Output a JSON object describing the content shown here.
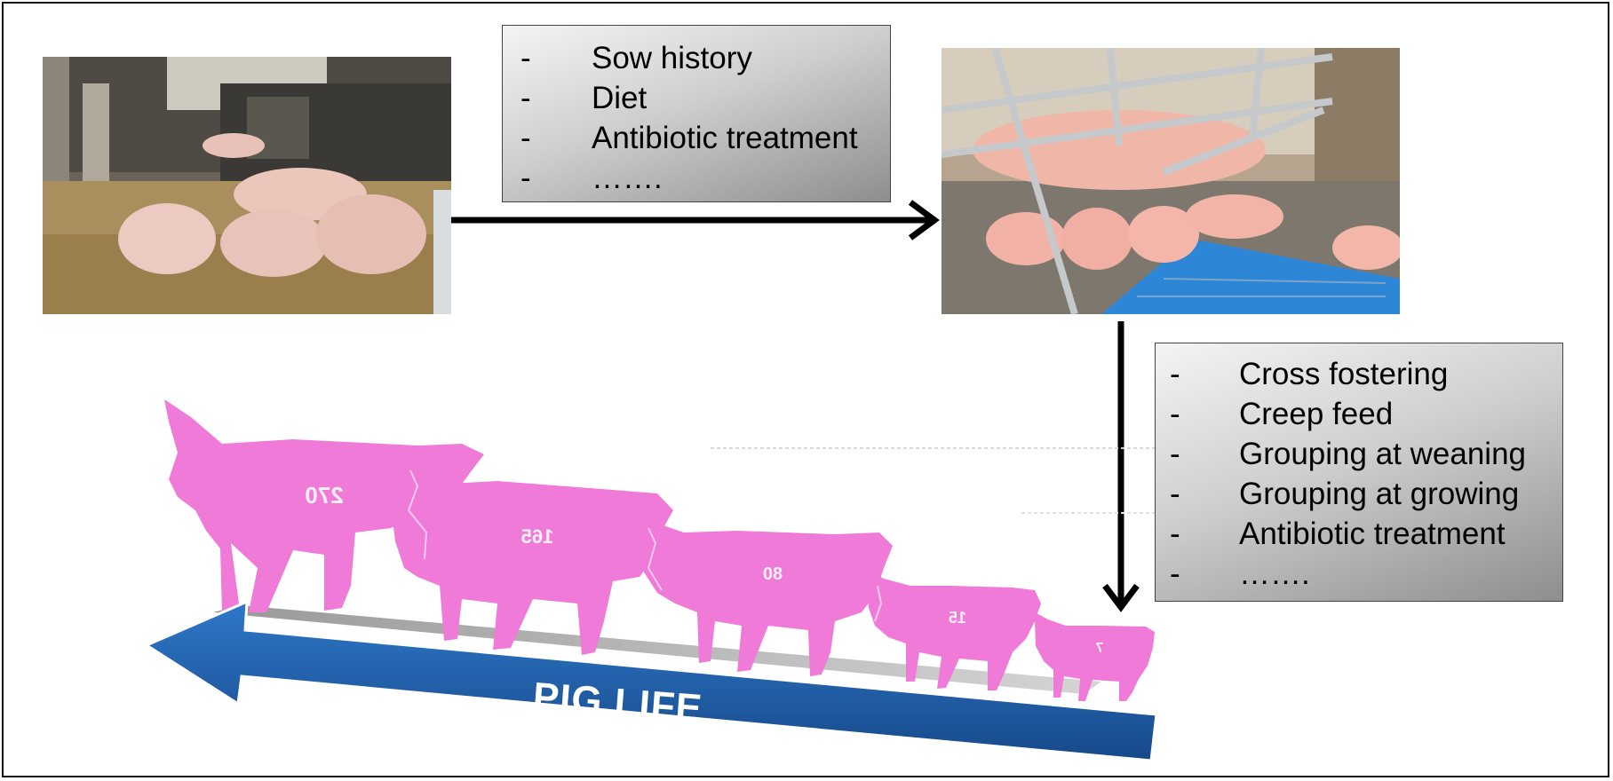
{
  "sow_info_box": {
    "items": [
      "Sow history",
      "Diet",
      "Antibiotic treatment",
      "……."
    ],
    "bullet": "-"
  },
  "piglet_info_box": {
    "items": [
      "Cross fostering",
      "Creep feed",
      "Grouping at weaning",
      "Grouping at growing",
      "Antibiotic treatment",
      "……."
    ],
    "bullet": "-"
  },
  "photos": {
    "left": "sows-resting-in-straw-pen",
    "right": "sow-nursing-piglets-in-farrowing-crate"
  },
  "pig_sizes": [
    "270",
    "165",
    "80",
    "15",
    "7"
  ],
  "arrow_label": "PIG LIFE",
  "colors": {
    "pig": "#f07ad8",
    "arrow": "#1f5fa8",
    "shadow": "#a8a8a8"
  }
}
